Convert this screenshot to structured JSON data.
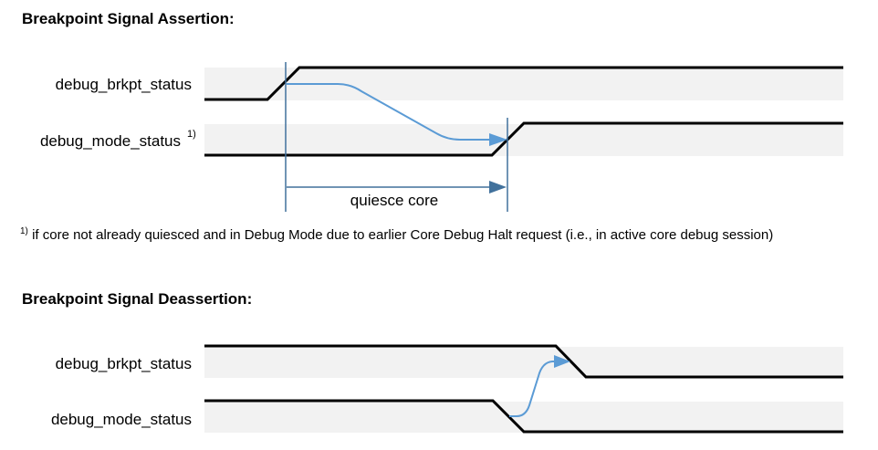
{
  "assertion": {
    "title": "Breakpoint Signal Assertion:",
    "signals": [
      {
        "label": "debug_brkpt_status",
        "marker": ""
      },
      {
        "label": "debug_mode_status",
        "marker": "1)"
      }
    ],
    "interval_label": "quiesce core"
  },
  "footnote": {
    "marker": "1)",
    "text": "if core not already quiesced and in Debug Mode due to earlier Core Debug Halt request (i.e., in active core debug session)"
  },
  "deassertion": {
    "title": "Breakpoint Signal Deassertion:",
    "signals": [
      {
        "label": "debug_brkpt_status"
      },
      {
        "label": "debug_mode_status"
      }
    ]
  },
  "colors": {
    "lane": "#f2f2f2",
    "signal": "#000000",
    "arrow_blue": "#5b9bd5",
    "marker_blue": "#41719c"
  }
}
